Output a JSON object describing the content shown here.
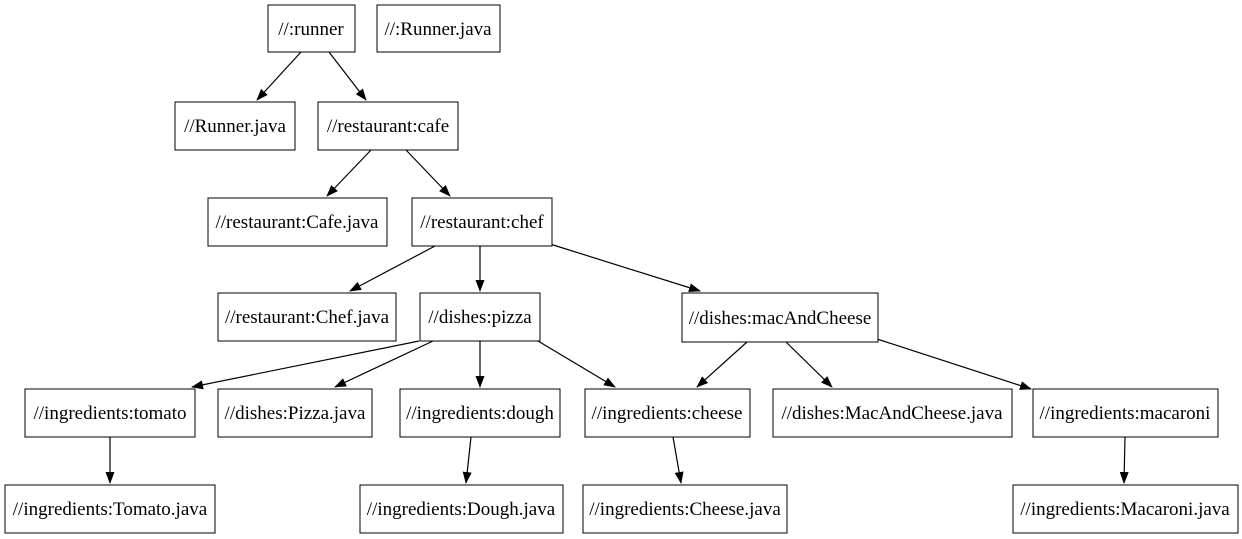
{
  "diagram": {
    "title": "build-target-dependency-graph",
    "colors": {
      "background": "#ffffff",
      "node_fill": "#ffffff",
      "node_border": "#000000",
      "edge": "#000000",
      "text": "#000000"
    },
    "nodes": [
      {
        "id": "runner",
        "label": "//:runner"
      },
      {
        "id": "runner-java-src",
        "label": "//:Runner.java"
      },
      {
        "id": "runner-java",
        "label": "//Runner.java"
      },
      {
        "id": "cafe",
        "label": "//restaurant:cafe"
      },
      {
        "id": "cafe-java",
        "label": "//restaurant:Cafe.java"
      },
      {
        "id": "chef",
        "label": "//restaurant:chef"
      },
      {
        "id": "chef-java",
        "label": "//restaurant:Chef.java"
      },
      {
        "id": "pizza",
        "label": "//dishes:pizza"
      },
      {
        "id": "mac-and-cheese",
        "label": "//dishes:macAndCheese"
      },
      {
        "id": "tomato",
        "label": "//ingredients:tomato"
      },
      {
        "id": "pizza-java",
        "label": "//dishes:Pizza.java"
      },
      {
        "id": "dough",
        "label": "//ingredients:dough"
      },
      {
        "id": "cheese",
        "label": "//ingredients:cheese"
      },
      {
        "id": "mac-and-cheese-java",
        "label": "//dishes:MacAndCheese.java"
      },
      {
        "id": "macaroni",
        "label": "//ingredients:macaroni"
      },
      {
        "id": "tomato-java",
        "label": "//ingredients:Tomato.java"
      },
      {
        "id": "dough-java",
        "label": "//ingredients:Dough.java"
      },
      {
        "id": "cheese-java",
        "label": "//ingredients:Cheese.java"
      },
      {
        "id": "macaroni-java",
        "label": "//ingredients:Macaroni.java"
      }
    ],
    "edges": [
      {
        "from": "runner",
        "to": "runner-java"
      },
      {
        "from": "runner",
        "to": "cafe"
      },
      {
        "from": "cafe",
        "to": "cafe-java"
      },
      {
        "from": "cafe",
        "to": "chef"
      },
      {
        "from": "chef",
        "to": "chef-java"
      },
      {
        "from": "chef",
        "to": "pizza"
      },
      {
        "from": "chef",
        "to": "mac-and-cheese"
      },
      {
        "from": "pizza",
        "to": "tomato"
      },
      {
        "from": "pizza",
        "to": "pizza-java"
      },
      {
        "from": "pizza",
        "to": "dough"
      },
      {
        "from": "pizza",
        "to": "cheese"
      },
      {
        "from": "mac-and-cheese",
        "to": "cheese"
      },
      {
        "from": "mac-and-cheese",
        "to": "mac-and-cheese-java"
      },
      {
        "from": "mac-and-cheese",
        "to": "macaroni"
      }
    ]
  }
}
